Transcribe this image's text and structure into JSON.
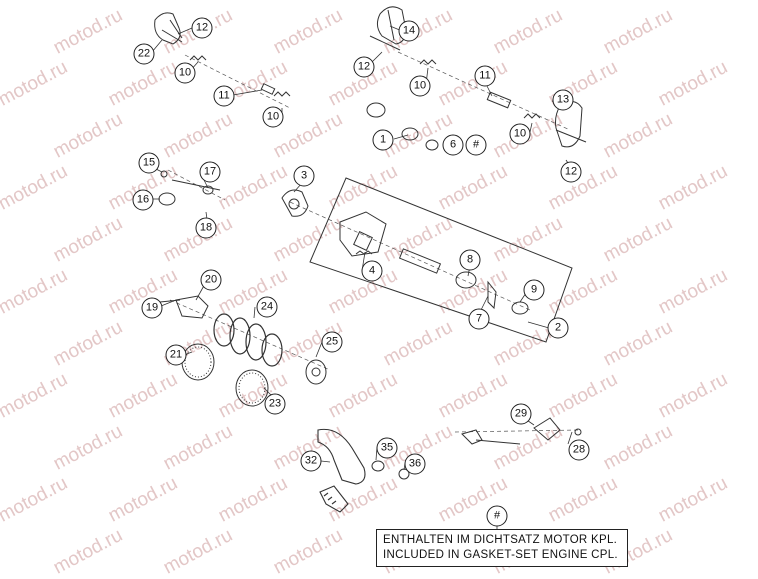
{
  "diagram": {
    "watermark": "motod.ru",
    "callouts": [
      "12",
      "22",
      "10",
      "11",
      "10",
      "14",
      "12",
      "10",
      "11",
      "13",
      "10",
      "1",
      "6",
      "#",
      "12",
      "15",
      "17",
      "16",
      "18",
      "3",
      "4",
      "8",
      "9",
      "7",
      "2",
      "20",
      "19",
      "24",
      "21",
      "25",
      "23",
      "29",
      "28",
      "35",
      "32",
      "36",
      "#"
    ],
    "note": {
      "line1": "ENTHALTEN IM DICHTSATZ MOTOR KPL.",
      "line2": "INCLUDED IN GASKET-SET ENGINE CPL."
    }
  }
}
